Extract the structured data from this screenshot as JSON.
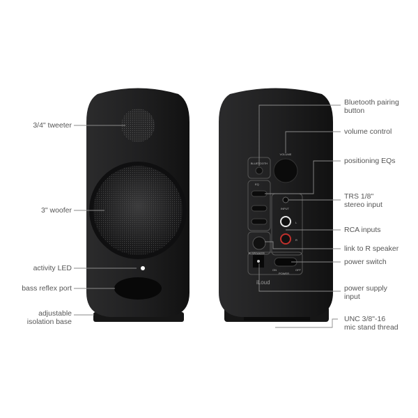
{
  "diagram": {
    "left_labels": [
      {
        "text": "3/4\" tweeter"
      },
      {
        "text": "3\" woofer"
      },
      {
        "text": "activity LED"
      },
      {
        "text": "bass reflex port"
      },
      {
        "line1": "adjustable",
        "line2": "isolation base"
      }
    ],
    "right_labels": [
      {
        "line1": "Bluetooth pairing",
        "line2": "button"
      },
      {
        "text": "volume control"
      },
      {
        "text": "positioning EQs"
      },
      {
        "line1": "TRS 1/8\"",
        "line2": "stereo input"
      },
      {
        "text": "RCA inputs"
      },
      {
        "text": "link to R speaker"
      },
      {
        "text": "power switch"
      },
      {
        "line1": "power supply",
        "line2": "input"
      },
      {
        "line1": "UNC 3/8\"-16",
        "line2": "mic stand thread"
      }
    ],
    "panel_text": {
      "bluetooth": "BLUETOOTH",
      "volume": "VOLUME",
      "eq": "EQ",
      "input": "INPUT",
      "l": "L",
      "r": "R",
      "r_speaker": "R SPEAKER",
      "power": "POWER",
      "on": "ON",
      "off": "OFF",
      "brand": "iLoud"
    },
    "colors": {
      "body": "#1e1e1f",
      "line": "#8a8a8a",
      "text": "#555555",
      "rca_l": "#e8e8e8",
      "rca_r": "#c0302c"
    }
  }
}
